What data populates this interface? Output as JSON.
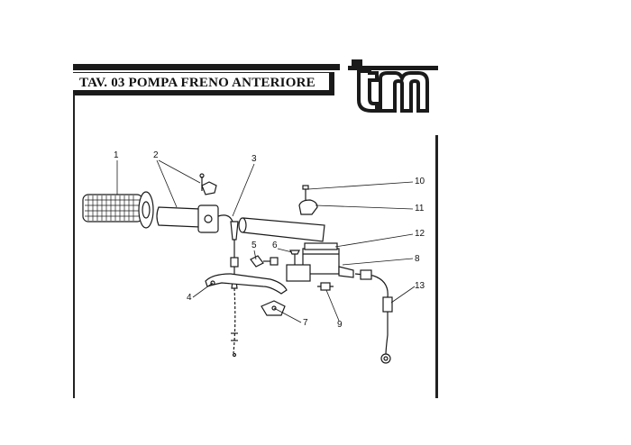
{
  "header": {
    "title": "TAV. 03 POMPA FRENO ANTERIORE"
  },
  "logo": {
    "name": "tm-logo"
  },
  "callouts": [
    "1",
    "2",
    "3",
    "4",
    "5",
    "6",
    "7",
    "8",
    "9",
    "10",
    "11",
    "12",
    "13"
  ],
  "colors": {
    "ink": "#1a1a1a",
    "paper": "#ffffff"
  }
}
